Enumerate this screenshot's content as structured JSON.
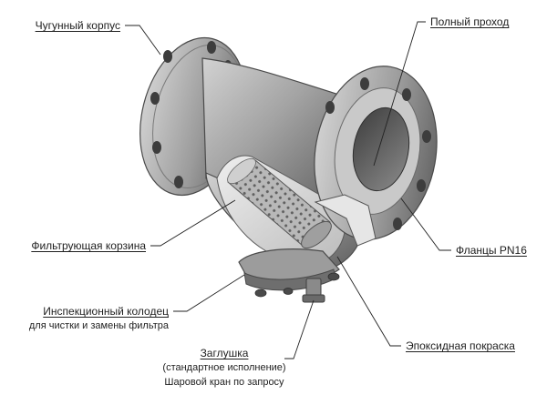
{
  "labels": {
    "body": "Чугунный корпус",
    "bore": "Полный проход",
    "basket": "Фильтрующая корзина",
    "flanges": "Фланцы PN16",
    "well_title": "Инспекционный колодец",
    "well_sub": "для чистки и замены фильтра",
    "coating": "Эпоксидная покраска",
    "plug_title": "Заглушка",
    "plug_sub1": "(стандартное исполнение)",
    "plug_sub2": "Шаровой кран по запросу"
  },
  "colors": {
    "text": "#1f1f1f",
    "leader": "#222222",
    "metal_light": "#b9b9b9",
    "metal_mid": "#8e8e8e",
    "metal_dark": "#555555",
    "cutaway": "#d9d9d9",
    "mesh": "#9a9a9a"
  }
}
